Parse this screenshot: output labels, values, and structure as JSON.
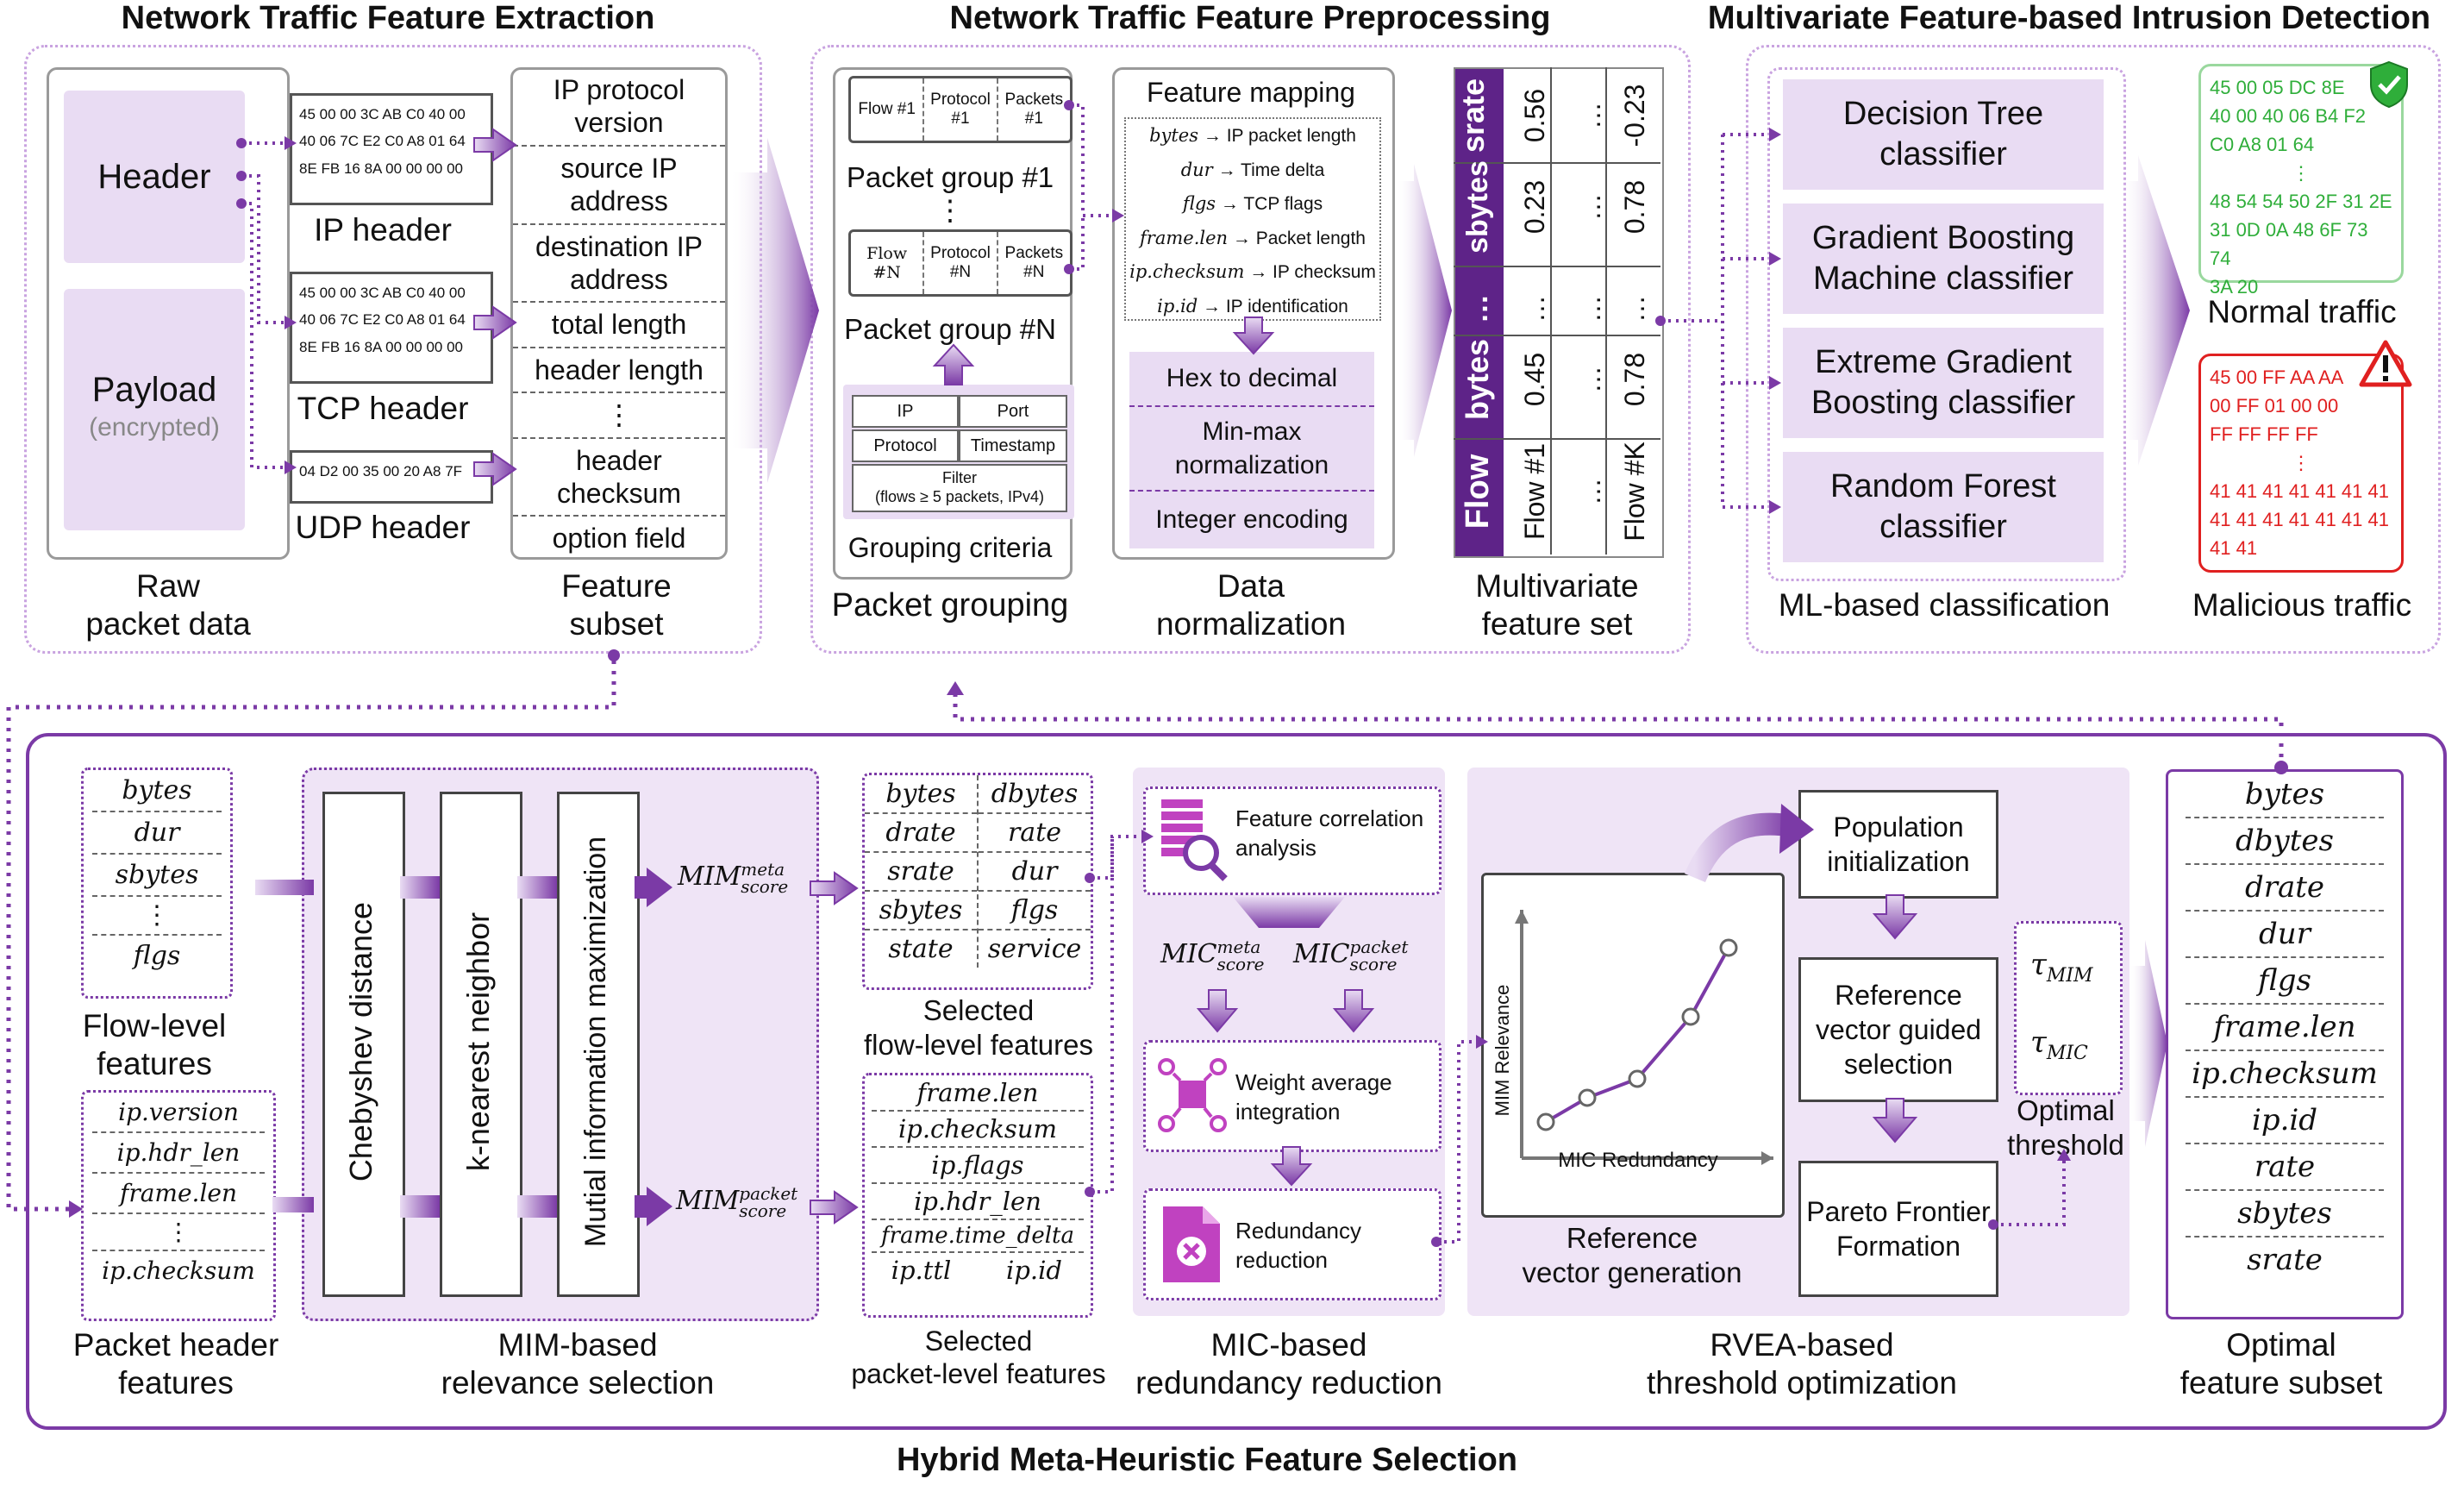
{
  "titles": {
    "extraction": "Network Traffic Feature Extraction",
    "preprocessing": "Network Traffic Feature Preprocessing",
    "detection": "Multivariate Feature-based Intrusion Detection",
    "selection": "Hybrid Meta-Heuristic Feature Selection"
  },
  "raw": {
    "header": "Header",
    "payload": "Payload",
    "encrypted": "(encrypted)",
    "caption": "Raw\npacket data"
  },
  "headers": {
    "ip_hex": [
      "45 00 00 3C AB C0 40 00",
      "40 06 7C E2 C0 A8 01 64",
      "8E FB 16 8A 00 00 00 00"
    ],
    "ip_label": "IP header",
    "tcp_hex": [
      "45 00 00 3C AB C0 40 00",
      "40 06 7C E2 C0 A8 01 64",
      "8E FB 16 8A 00 00 00 00"
    ],
    "tcp_label": "TCP header",
    "udp_hex": [
      "04 D2 00 35 00 20 A8 7F"
    ],
    "udp_label": "UDP header"
  },
  "feature_subset": {
    "items": [
      "IP protocol version",
      "source IP address",
      "destination IP address",
      "total length",
      "header length",
      "⋮",
      "header checksum",
      "option field"
    ],
    "caption": "Feature\nsubset"
  },
  "grouping": {
    "group1": {
      "cells": [
        "Flow #1",
        "Protocol #1",
        "Packets #1"
      ],
      "label": "Packet group #1"
    },
    "vdots": "⋮",
    "groupN": {
      "cells": [
        "Flow #N",
        "Protocol #N",
        "Packets #N"
      ],
      "label": "Packet group #N"
    },
    "criteria": [
      "IP",
      "Port",
      "Protocol",
      "Timestamp"
    ],
    "filter": "Filter\n(flows ≥ 5 packets, IPv4)",
    "criteria_label": "Grouping criteria",
    "caption": "Packet grouping"
  },
  "normalization": {
    "mapping_title": "Feature mapping",
    "mappings": [
      {
        "from": "bytes",
        "to": "→ IP packet length"
      },
      {
        "from": "dur",
        "to": "→ Time delta"
      },
      {
        "from": "flgs",
        "to": "→ TCP flags"
      },
      {
        "from": "frame.len",
        "to": "→ Packet length"
      },
      {
        "from": "ip.checksum",
        "to": "→ IP checksum"
      },
      {
        "from": "ip.id",
        "to": "→ IP identification"
      }
    ],
    "steps": [
      "Hex to decimal",
      "Min-max normalization",
      "Integer encoding"
    ],
    "caption": "Data\nnormalization"
  },
  "feature_set": {
    "header_col": [
      "Flow",
      "bytes",
      "…",
      "sbytes",
      "srate"
    ],
    "col1": [
      "Flow #1",
      "0.45",
      "…",
      "0.23",
      "0.56"
    ],
    "col2": [
      "…",
      "…",
      "…",
      "…",
      "…"
    ],
    "col3": [
      "Flow #K",
      "0.78",
      "…",
      "0.78",
      "-0.23"
    ],
    "caption": "Multivariate\nfeature set"
  },
  "classifiers": {
    "items": [
      "Decision Tree classifier",
      "Gradient Boosting Machine classifier",
      "Extreme Gradient Boosting classifier",
      "Random Forest classifier"
    ],
    "caption": "ML-based classification"
  },
  "traffic": {
    "normal_hex": [
      "45 00 05 DC 8E",
      "40 00 40 06 B4 F2",
      "C0 A8 01 64",
      "⋮",
      "48 54 54 50 2F 31 2E",
      "31 0D 0A 48 6F 73 74",
      "3A 20"
    ],
    "normal_label": "Normal traffic",
    "malicious_hex": [
      "45 00 FF AA AA",
      "00 FF 01 00 00",
      "FF FF FF FF",
      "⋮",
      "41 41 41 41 41 41 41",
      "41 41 41 41 41 41 41",
      "41 41"
    ],
    "malicious_label": "Malicious traffic"
  },
  "flow_features": {
    "items": [
      "bytes",
      "dur",
      "sbytes",
      "⋮",
      "flgs"
    ],
    "caption": "Flow-level\nfeatures"
  },
  "packet_features": {
    "items": [
      "ip.version",
      "ip.hdr_len",
      "frame.len",
      "⋮",
      "ip.checksum"
    ],
    "caption": "Packet header\nfeatures"
  },
  "mim": {
    "columns": [
      "Chebyshev distance",
      "k-nearest neighbor",
      "Mutial information maximization"
    ],
    "score_meta": "MIM",
    "score_meta_sup": "meta",
    "score_meta_sub": "score",
    "score_packet": "MIM",
    "score_packet_sup": "packet",
    "score_packet_sub": "score",
    "caption": "MIM-based\nrelevance selection"
  },
  "selected_flow": {
    "rows": [
      [
        "bytes",
        "dbytes"
      ],
      [
        "drate",
        "rate"
      ],
      [
        "srate",
        "dur"
      ],
      [
        "sbytes",
        "flgs"
      ],
      [
        "state",
        "service"
      ]
    ],
    "caption": "Selected\nflow-level features"
  },
  "selected_packet": {
    "rows": [
      "frame.len",
      "ip.checksum",
      "ip.flags",
      "ip.hdr_len",
      "frame.time_delta"
    ],
    "last_row": [
      "ip.ttl",
      "ip.id"
    ],
    "caption": "Selected\npacket-level features"
  },
  "mic": {
    "corr": "Feature correlation analysis",
    "score_meta": "MIC",
    "score_meta_sup": "meta",
    "score_meta_sub": "score",
    "score_packet": "MIC",
    "score_packet_sup": "packet",
    "score_packet_sub": "score",
    "weight": "Weight average integration",
    "redundancy": "Redundancy reduction",
    "caption": "MIC-based\nredundancy reduction"
  },
  "rvea": {
    "ylabel": "MIM Relevance",
    "xlabel": "MIC Redundancy",
    "chart_caption": "Reference\nvector generation",
    "steps": [
      "Population initialization",
      "Reference vector guided selection",
      "Pareto Frontier Formation"
    ],
    "tau1": "τ",
    "tau1_sub": "MIM",
    "tau2": "τ",
    "tau2_sub": "MIC",
    "threshold_label": "Optimal\nthreshold",
    "caption": "RVEA-based\nthreshold optimization"
  },
  "optimal": {
    "items": [
      "bytes",
      "dbytes",
      "drate",
      "dur",
      "flgs",
      "frame.len",
      "ip.checksum",
      "ip.id",
      "rate",
      "sbytes",
      "srate"
    ],
    "caption": "Optimal\nfeature subset"
  },
  "colors": {
    "purple": "#7b3aa6",
    "lavender": "#e9dcf3",
    "section_border": "#c9a3e0",
    "normal": "#2fae3a",
    "malicious": "#e02020"
  }
}
